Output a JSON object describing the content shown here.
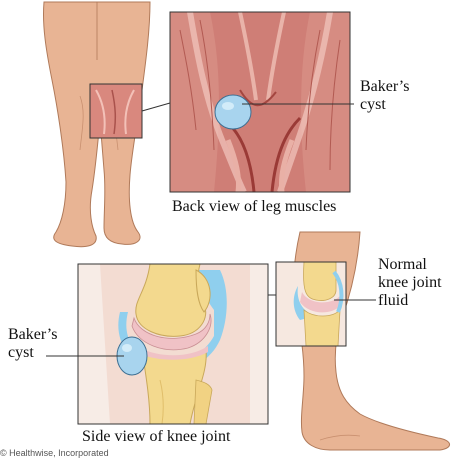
{
  "labels": {
    "bakers_cyst_top": "Baker’s\ncyst",
    "bakers_cyst_side": "Baker’s\ncyst",
    "normal_fluid": "Normal\nknee joint\nfluid"
  },
  "captions": {
    "back_view": "Back view of leg muscles",
    "side_view": "Side view of knee joint"
  },
  "copyright": "© Healthwise, Incorporated",
  "colors": {
    "skin": "#e8b494",
    "muscle": "#c8706a",
    "cyst": "#a8d4ee",
    "bone": "#f3d98e",
    "cartilage": "#f0c2c6",
    "fluid": "#8fcfee"
  }
}
